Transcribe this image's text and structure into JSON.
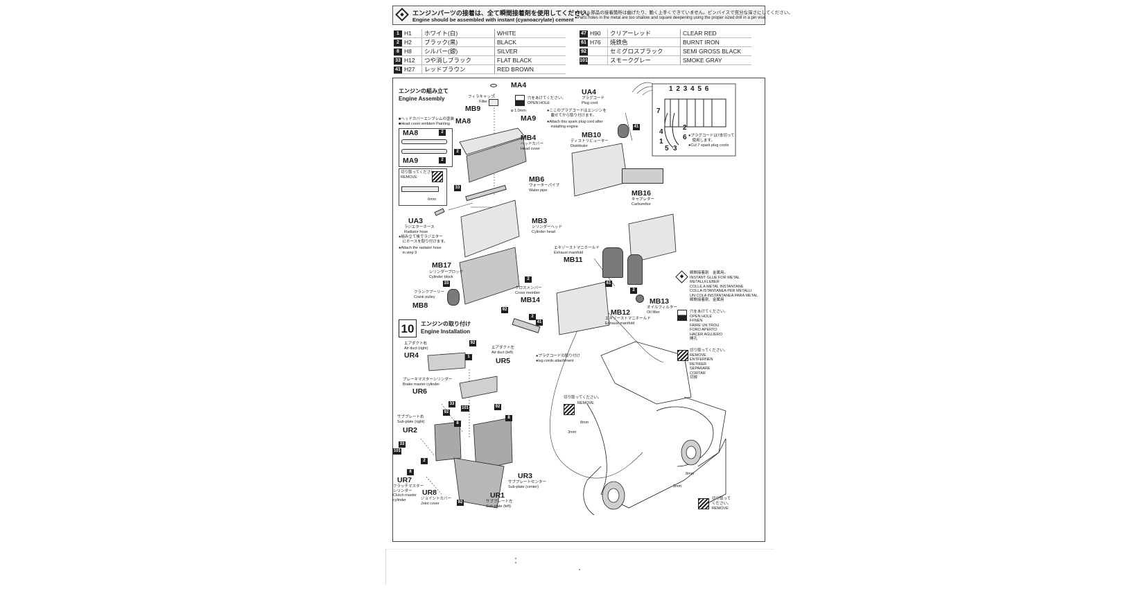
{
  "header": {
    "title_jp": "エンジンパーツの接着は、全て瞬間接着剤を使用してください。",
    "title_en": "Engine should be assembled with instant (cyanoacrylate) cement",
    "note_jp": "●メタル部品の接着箇所は曲げたり、脆く上手くできていません。ピンバイスで充分な深さにしてください。",
    "note_en": "●Parts holes in the metal are too shallow and square deepening using the proper sized drill in a pin vise."
  },
  "paint_table": {
    "left": [
      {
        "num": "1",
        "code": "H1",
        "jp": "ホワイト(白)",
        "en": "WHITE"
      },
      {
        "num": "2",
        "code": "H2",
        "jp": "ブラック(黒)",
        "en": "BLACK"
      },
      {
        "num": "8",
        "code": "H8",
        "jp": "シルバー(銀)",
        "en": "SILVER"
      },
      {
        "num": "33",
        "code": "H12",
        "jp": "つや消しブラック",
        "en": "FLAT BLACK"
      },
      {
        "num": "41",
        "code": "H27",
        "jp": "レッドブラウン",
        "en": "RED BROWN"
      }
    ],
    "right": [
      {
        "num": "47",
        "code": "H90",
        "jp": "クリアーレッド",
        "en": "CLEAR RED"
      },
      {
        "num": "61",
        "code": "H76",
        "jp": "焼鉄色",
        "en": "BURNT IRON"
      },
      {
        "num": "92",
        "code": "",
        "jp": "セミグロスブラック",
        "en": "SEMI GROSS BLACK"
      },
      {
        "num": "101",
        "code": "",
        "jp": "スモークグレー",
        "en": "SMOKE GRAY"
      }
    ]
  },
  "assembly": {
    "title_jp": "エンジンの組み立て",
    "title_en": "Engine Assembly",
    "emblem_jp": "■ヘッドカバーエンブレムの塗装",
    "emblem_en": "■Head cover emblem Painting",
    "remove_jp": "切り取ってください。",
    "remove_en": "REMOVE",
    "mm6": "6mm",
    "open_hole_jp": "穴をあけてください。",
    "open_hole_en": "OPEN HOLE",
    "hole_size": "φ 1.0mm",
    "attach_plug_jp": "●ここのプラグコードはエンジンを\n　載せてから取り付けます。",
    "attach_plug_en": "●Attach this spark plug cord after\n　installing engine",
    "plug_order_jp": "●プラグコードは7本切って\n　使用します。",
    "plug_order_en": "●Cut 7 spark plug cords",
    "radiator_jp": "●組み立て後でラジエター\n　にホースを取り付けます。",
    "radiator_en": "●Attach the radiator hose\n　in step 9",
    "plug_numbers": [
      "1",
      "2",
      "3",
      "4",
      "5",
      "6",
      "7",
      "4",
      "2",
      "6",
      "1",
      "5",
      "3"
    ]
  },
  "parts": {
    "MA4": "MA4",
    "MB9": "MB9",
    "MA8": "MA8",
    "MA9": "MA9",
    "MB4": "MB4",
    "MB6": "MB6",
    "MB3": "MB3",
    "UA3": "UA3",
    "MB17": "MB17",
    "MB8": "MB8",
    "UA4": "UA4",
    "MB10": "MB10",
    "MB16": "MB16",
    "MB11": "MB11",
    "MB12": "MB12",
    "MB13": "MB13",
    "MB14": "MB14",
    "UR4": "UR4",
    "UR5": "UR5",
    "UR6": "UR6",
    "UR2": "UR2",
    "UR7": "UR7",
    "UR8": "UR8",
    "UR3": "UR3",
    "UR1": "UR1"
  },
  "captions": {
    "filler_cap": "フィラキャップ\nFiller cap",
    "head_cover": "ヘッドカバー\nHead cover",
    "water_pipe": "ウォーターパイプ\nWater pipe",
    "cylinder_head": "シリンダーヘッド\nCylinder head",
    "radiator_hose": "ラジエターホース\nRadiator hose",
    "cylinder_block": "シリンダーブロック\nCylinder  block",
    "crank_pulley": "クランクプーリー\nCrank pulley",
    "plug_cord": "プラグコード\nPlug cord",
    "distributor": "ディストリビューター\nDistributor",
    "carburettor": "キャブレター\nCarburettor",
    "exhaust_manifold": "エキゾーストマニホールド\nExhaust manifold",
    "exhaust_manifold2": "エキゾーストマニホールド\nExhaust manifold",
    "oil_filter": "オイルフィルター\nOil filter",
    "cross_member": "クロスメンバー\nCross member",
    "plug_cords_attach": "●プラグコードの取り付け\n●lug cords attachment",
    "air_duct_right": "エアダクト右\nAir duct (right)",
    "air_duct_left": "エアダクト左\nAir duct (left)",
    "brake_master": "ブレーキマスターシリンダー\nBrake master cylinder",
    "subplate_right": "サブプレート右\nSub-plate (right)",
    "clutch_master": "クラッチマスター\nシリンダー\nClutch master\ncylinder",
    "joint_cover": "ジョイントカバー\nJoint cover",
    "subplate_center": "サブプレートセンター\nSub-plate (center)",
    "subplate_left": "サブプレート左\nSub-plate (left)"
  },
  "step10": {
    "number": "10",
    "title_jp": "エンジンの取り付け",
    "title_en": "Engine Installation"
  },
  "legend": {
    "glue": "瞬間接着剤　金属用。\nINSTANT GLUE FOR METAL\nMETALLKLEBER\nCOLLE A METAL INSTANTANE\nCOLLA ISTANTANEA PER METALLI\nUN COLA INSTANTANEA PARA METAL\n瞬間接着剤、金属用",
    "open_hole": "穴をあけてください。\nOPEN HOLE\nFFNEN\nFAIRE UN TROU\nFORO APERTO\nHACER AGUJERO\n開孔",
    "remove": "切り取ってください。\nREMOVE\nENTFERNEN\nRETIRER\nSEPARARE\nCORTAR\n切掉"
  },
  "chassis": {
    "remove_jp": "切り取ってください。",
    "remove_en": "REMOVE",
    "mm8a": "8mm",
    "mm3a": "3mm",
    "mm8b": "8mm",
    "mm3b": "3mm",
    "remove2_jp": "切り取って\nください。",
    "remove2_en": "REMOVE"
  },
  "badges": {
    "b2a": "2",
    "b2b": "2",
    "b2c": "2",
    "b2d": "2",
    "b2e": "2",
    "b2f": "2",
    "b33a": "33",
    "b33b": "33",
    "b33c": "33",
    "b41a": "41",
    "b41b": "41",
    "b61": "61",
    "b92a": "92",
    "b92b": "92",
    "b92c": "92",
    "b92d": "92",
    "b92e": "92",
    "b8a": "8",
    "b8b": "8",
    "b8c": "8",
    "b1": "1",
    "b101a": "101",
    "b101b": "101",
    "b8d": "8",
    "b2g": "2"
  }
}
